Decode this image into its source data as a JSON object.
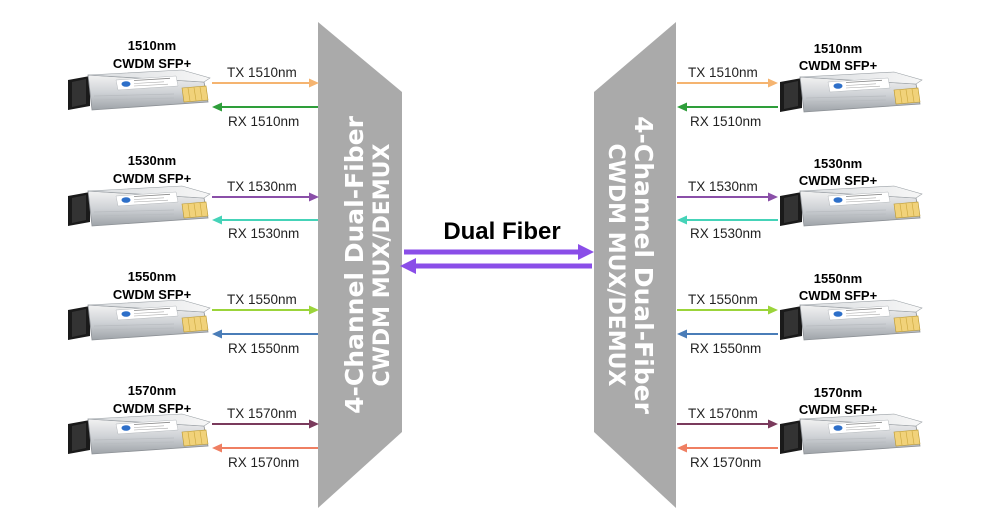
{
  "mux_left": {
    "line1": "4-Channel Dual-Fiber",
    "line2": "CWDM MUX/DEMUX"
  },
  "mux_right": {
    "line1": "4-Channel Dual-Fiber",
    "line2": "CWDM MUX/DEMUX"
  },
  "fiber": {
    "label": "Dual Fiber",
    "color": "#8a4ee8"
  },
  "channels": [
    {
      "module_line1": "1510nm",
      "module_line2": "CWDM SFP+",
      "tx_label": "TX 1510nm",
      "rx_label": "RX 1510nm",
      "tx_color": "#f5b470",
      "rx_color": "#2e9e3a"
    },
    {
      "module_line1": "1530nm",
      "module_line2": "CWDM SFP+",
      "tx_label": "TX 1530nm",
      "rx_label": "RX 1530nm",
      "tx_color": "#8a4fa8",
      "rx_color": "#45d3b8"
    },
    {
      "module_line1": "1550nm",
      "module_line2": "CWDM SFP+",
      "tx_label": "TX 1550nm",
      "rx_label": "RX 1550nm",
      "tx_color": "#9bd43a",
      "rx_color": "#4a7db8"
    },
    {
      "module_line1": "1570nm",
      "module_line2": "CWDM SFP+",
      "tx_label": "TX 1570nm",
      "rx_label": "RX 1570nm",
      "tx_color": "#7a3a5c",
      "rx_color": "#ef7f62"
    }
  ],
  "colors": {
    "mux_fill": "#aaaaaa"
  }
}
